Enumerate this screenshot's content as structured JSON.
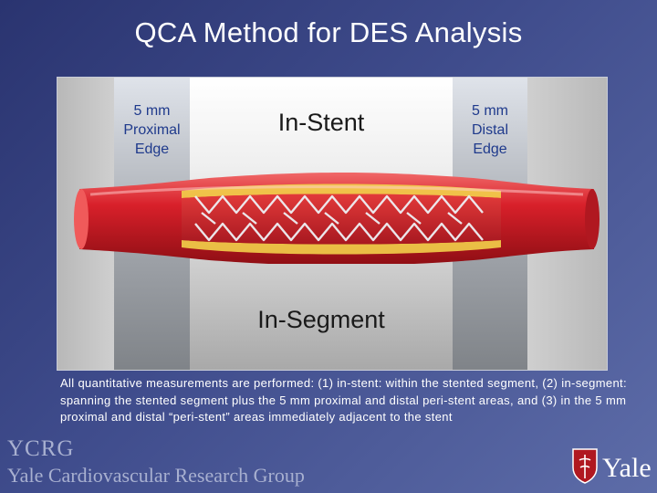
{
  "title": "QCA Method for DES Analysis",
  "figure": {
    "proximal_label": [
      "5 mm",
      "Proximal",
      "Edge"
    ],
    "in_stent_label": "In-Stent",
    "distal_label": [
      "5 mm",
      "Distal",
      "Edge"
    ],
    "in_segment_label": "In-Segment"
  },
  "caption": "All quantitative measurements are performed: (1) in-stent: within the stented segment, (2) in-segment: spanning the stented segment plus the 5 mm proximal and distal peri-stent areas, and (3) in the 5 mm proximal and distal “peri-stent” areas immediately adjacent to the stent",
  "footer": {
    "ycrg_abbrev": "YCRG",
    "ycrg_full": "Yale Cardiovascular Research Group",
    "yale_wordmark": "Yale"
  },
  "colors": {
    "background": "#3f4c8c",
    "label_blue": "#1f3a8c",
    "vessel_red": "#d8202a",
    "plaque_yellow": "#f2d04a"
  }
}
